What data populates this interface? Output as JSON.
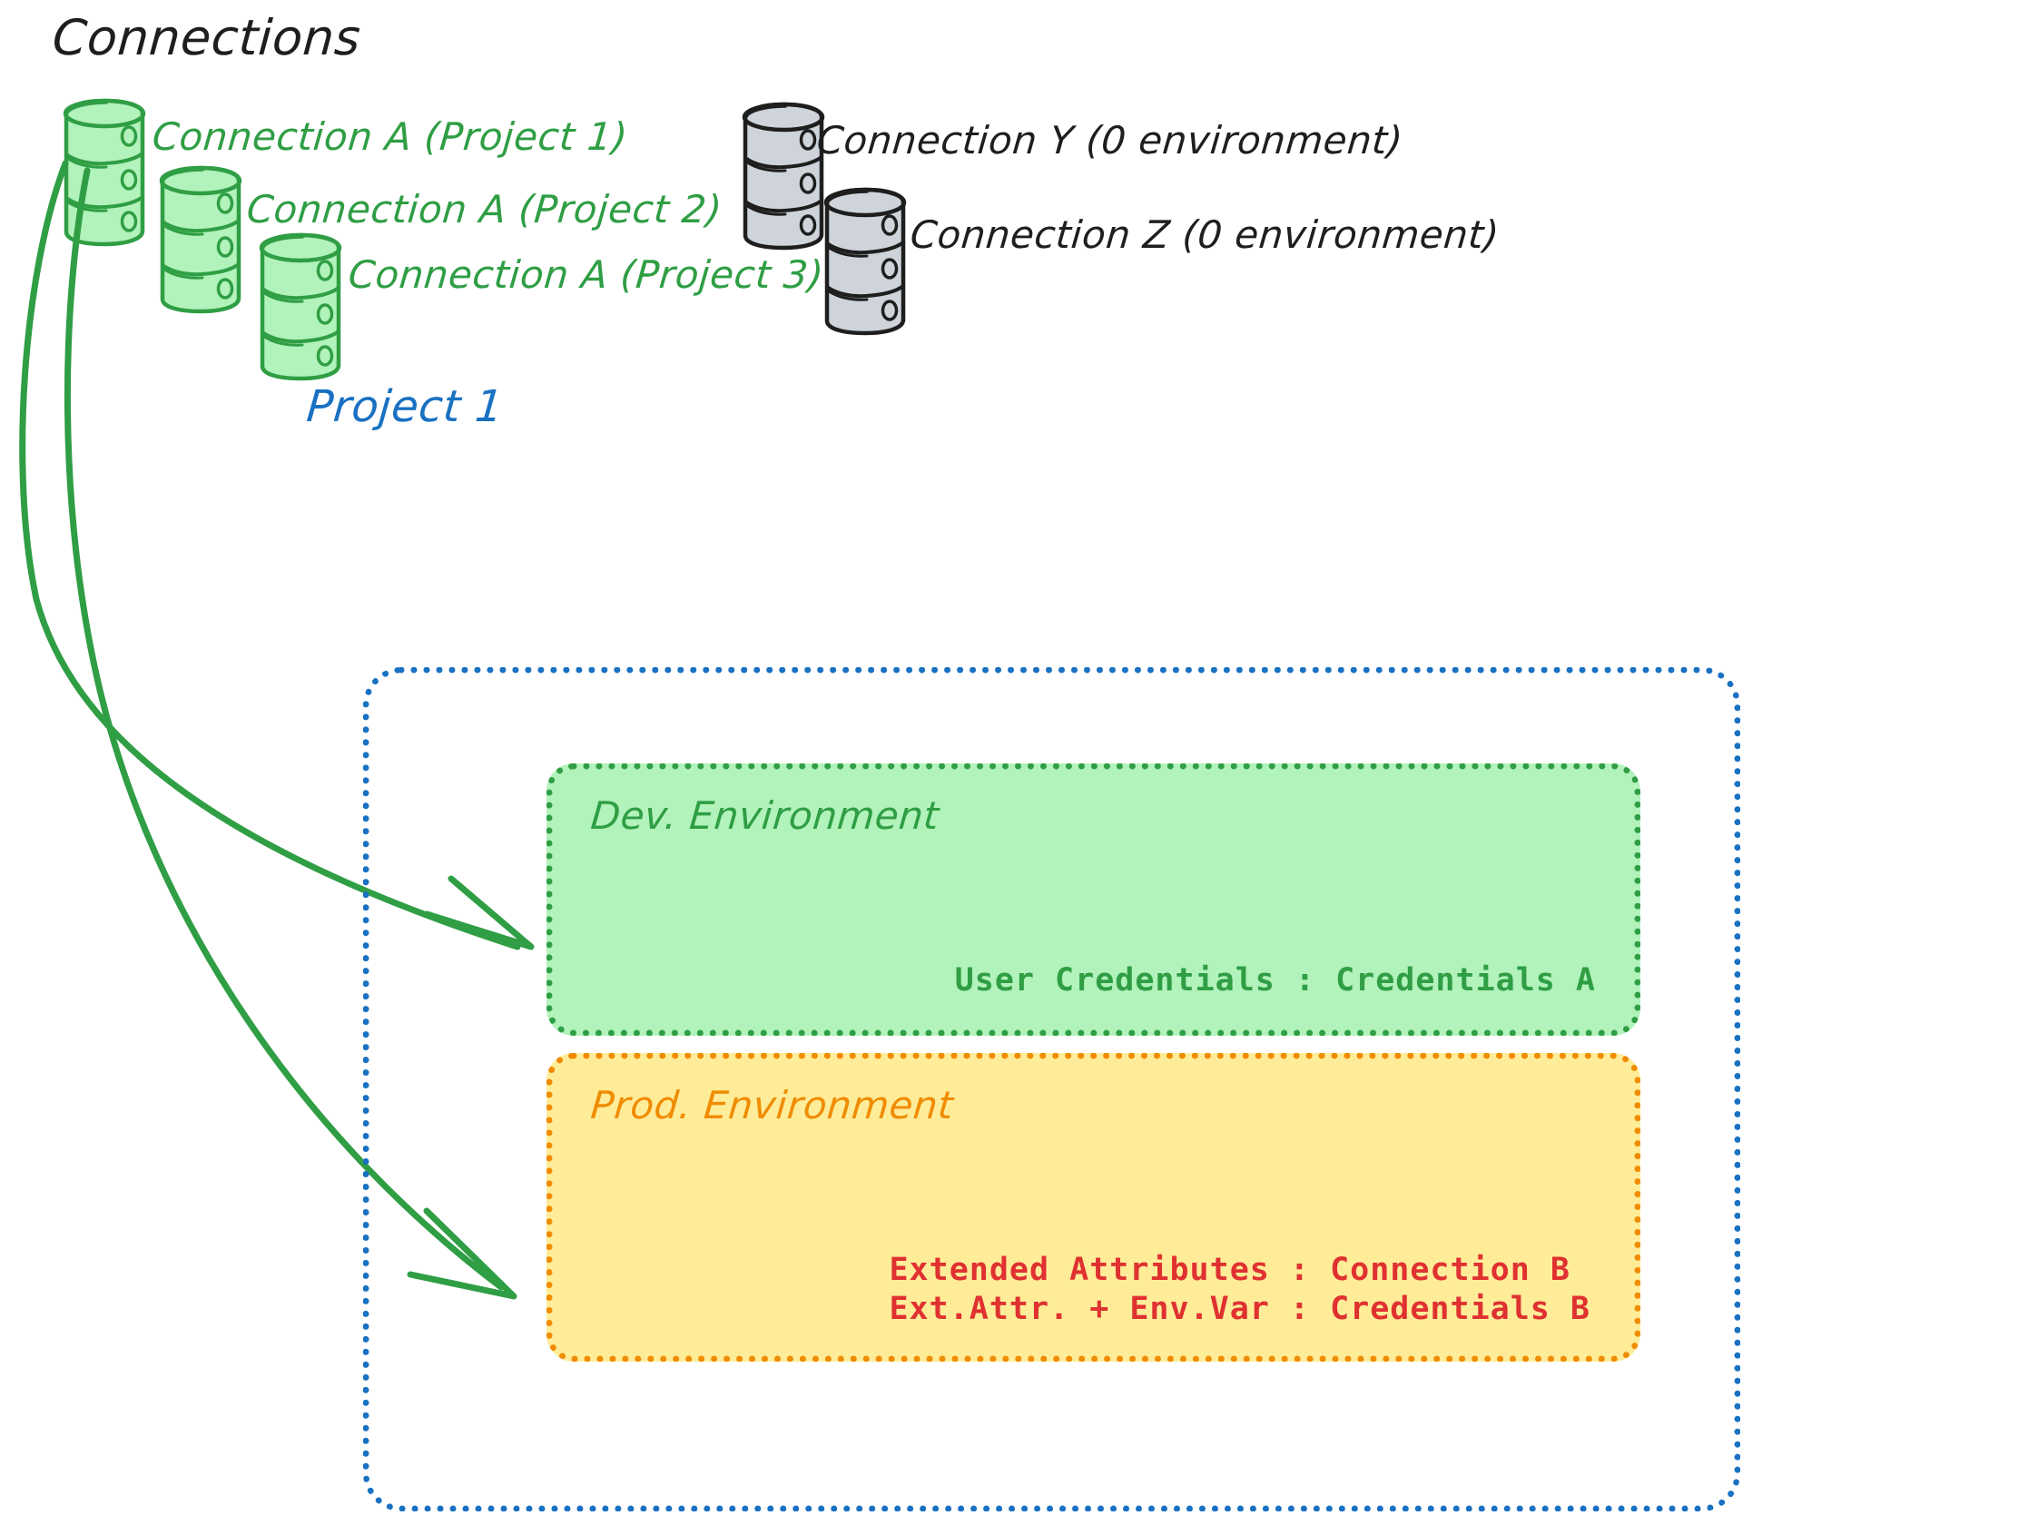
{
  "diagram": {
    "title": "Connections",
    "project_title": "Project 1",
    "connections": [
      {
        "label": "Connection A (Project 1)",
        "icon": "database-icon",
        "color": "#2f9e44",
        "state": "assigned"
      },
      {
        "label": "Connection A (Project 2)",
        "icon": "database-icon",
        "color": "#2f9e44",
        "state": "assigned"
      },
      {
        "label": "Connection A (Project 3)",
        "icon": "database-icon",
        "color": "#2f9e44",
        "state": "assigned"
      },
      {
        "label": "Connection Y (0 environment)",
        "icon": "database-icon",
        "color": "#1e1e1e",
        "state": "unassigned"
      },
      {
        "label": "Connection Z (0 environment)",
        "icon": "database-icon",
        "color": "#1e1e1e",
        "state": "unassigned"
      }
    ],
    "environments": [
      {
        "name": "Dev. Environment",
        "accent": "#2f9e44",
        "fill": "#b2f2bb",
        "details": [
          "User Credentials : Credentials A"
        ],
        "detail_color": "#2f9e44"
      },
      {
        "name": "Prod. Environment",
        "accent": "#f08c00",
        "fill": "#ffec99",
        "details": [
          "Extended Attributes : Connection B",
          "Ext.Attr. + Env.Var : Credentials B"
        ],
        "detail_color": "#e03131"
      }
    ],
    "arrows": [
      {
        "from": "Connection A (Project 1)",
        "to": "Dev. Environment",
        "color": "#2f9e44"
      },
      {
        "from": "Connection A (Project 1)",
        "to": "Prod. Environment",
        "color": "#2f9e44"
      }
    ],
    "colors": {
      "project_border": "#1971c2",
      "green_stroke": "#2f9e44",
      "green_fill": "#b2f2bb",
      "orange_stroke": "#f08c00",
      "orange_fill": "#ffec99",
      "red_text": "#e03131",
      "gray_fill": "#ced4da",
      "black_stroke": "#1e1e1e"
    }
  }
}
